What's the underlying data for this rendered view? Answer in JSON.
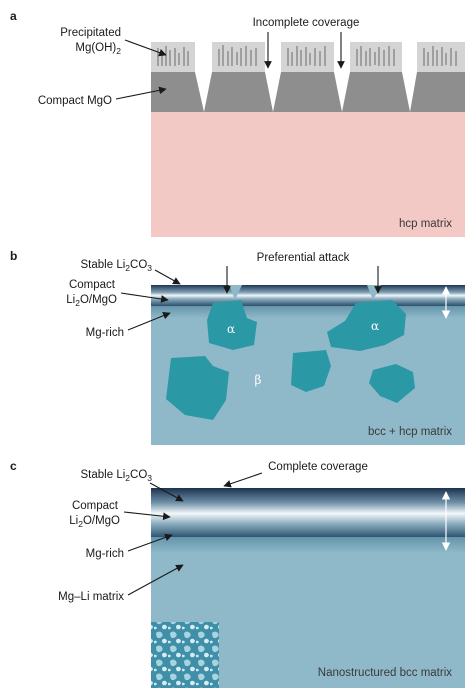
{
  "panel_a": {
    "letter": "a",
    "label_precipitated_line1": "Precipitated",
    "label_precipitated_line2": "Mg(OH)",
    "label_precipitated_sub": "2",
    "label_compact": "Compact MgO",
    "label_incomplete": "Incomplete coverage",
    "label_matrix": "hcp matrix"
  },
  "panel_b": {
    "letter": "b",
    "label_stable_pre": "Stable Li",
    "label_stable_sub1": "2",
    "label_stable_mid": "CO",
    "label_stable_sub2": "3",
    "label_compact_line1": "Compact",
    "label_compact_pre": "Li",
    "label_compact_sub": "2",
    "label_compact_post": "O/MgO",
    "label_mgrich": "Mg-rich",
    "label_attack": "Preferential attack",
    "phase_alpha": "α",
    "phase_beta": "β",
    "label_matrix": "bcc + hcp matrix"
  },
  "panel_c": {
    "letter": "c",
    "label_stable_pre": "Stable Li",
    "label_stable_sub1": "2",
    "label_stable_mid": "CO",
    "label_stable_sub2": "3",
    "label_compact_line1": "Compact",
    "label_compact_pre": "Li",
    "label_compact_sub": "2",
    "label_compact_post": "O/MgO",
    "label_mgrich": "Mg-rich",
    "label_mgli": "Mg–Li matrix",
    "label_complete": "Complete coverage",
    "label_matrix": "Nanostructured bcc matrix"
  },
  "colors": {
    "hcp_matrix": "#f2c9c4",
    "mgoh2": "#d4d4d4",
    "mgo": "#8e8e8e",
    "bcc_matrix": "#8fb9c9",
    "alpha_phase": "#2b98a6",
    "film_dark": "#1f3a55",
    "film_light": "#f2f7f9"
  }
}
